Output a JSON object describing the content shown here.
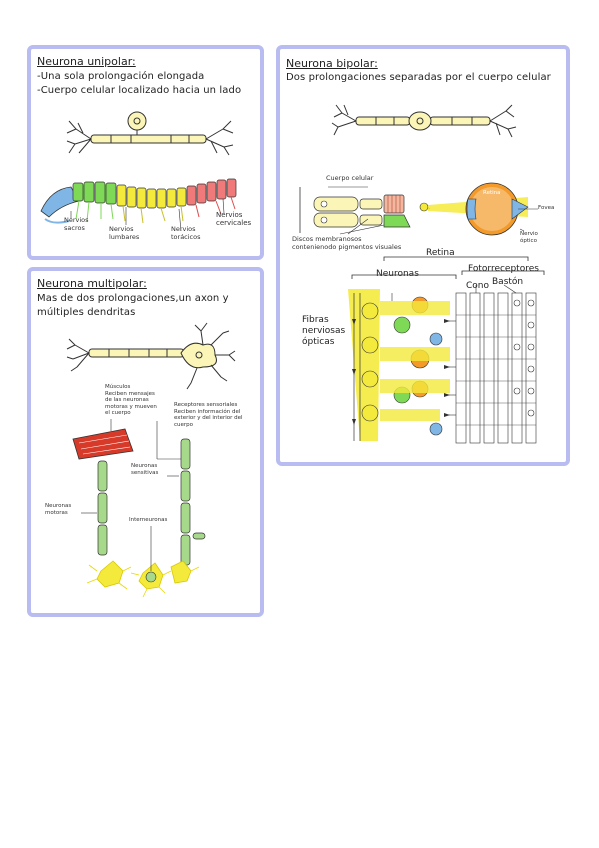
{
  "unipolar": {
    "title": "Neurona unipolar:",
    "lines": [
      "-Una sola prolongación elongada",
      "-Cuerpo celular localizado hacia un lado"
    ],
    "labels": {
      "sacros": "Nervios\nsacros",
      "lumbares": "Nervios\nlumbares",
      "toracicos": "Nervios\ntorácicos",
      "cervicales": "Nervios\ncervicales"
    }
  },
  "multipolar": {
    "title": "Neurona multipolar:",
    "lines": [
      "Mas de dos prolongaciones,un axon y",
      "múltiples dendritas"
    ],
    "labels": {
      "musculos": "Músculos\nReciben mensajes\nde las neuronas\nmotoras y mueven\nel cuerpo",
      "receptores": "Receptores sensoriales\nReciben información del\nexterior y del interior del\ncuerpo",
      "sensitivas": "Neuronas\nsensitivas",
      "motoras": "Neuronas\nmotoras",
      "interneuronas": "Interneuronas"
    }
  },
  "bipolar": {
    "title": "Neurona bipolar:",
    "lines": [
      "Dos prolongaciones separadas por el cuerpo celular"
    ],
    "labels": {
      "cuerpo": "Cuerpo celular",
      "discos": "Discos membranosos\ncontenienodo pigmentos visuales",
      "retina_eye": "Retina",
      "fovea": "Fovea",
      "nervio": "Nervio\nóptico",
      "retina": "Retina",
      "neuronas": "Neuronas",
      "fotorreceptores": "Fotorreceptores",
      "cono": "Cono",
      "baston": "Bastón",
      "fibras": "Fibras\nnerviosas\nópticas"
    }
  },
  "colors": {
    "border": "#b8bcf0",
    "neuron_fill": "#fbf6b8",
    "yellow": "#f4ea3c",
    "green": "#7ed957",
    "orange": "#f39a2a",
    "blue": "#7fb6e6",
    "red": "#d83a2a",
    "pink": "#f07a7a"
  }
}
